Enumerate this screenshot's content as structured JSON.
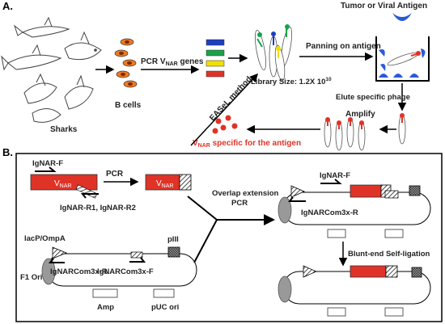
{
  "section_a": {
    "label": "A.",
    "sharks_label": "Sharks",
    "b_cells_label": "B cells",
    "pcr_text": "PCR V",
    "pcr_sub": "NAR",
    "pcr_tail": " genes",
    "library_text": "Library  Size: 1.2X 10",
    "library_sup": "10",
    "panning_label": "Panning on antigen",
    "antigen_label": "Tumor or Viral Antigen",
    "elute_label": "Elute specific phage",
    "amplify_label": "Amplify",
    "easel_label": "EASeL method",
    "vnar_v": "V",
    "vnar_sub": "NAR",
    "vnar_tail": " specific for the antigen",
    "colors": {
      "red": "#e03327",
      "green": "#1aa24a",
      "blue": "#1f3fbf",
      "yellow": "#f0e000",
      "orange": "#f07a20"
    }
  },
  "section_b": {
    "label": "B.",
    "ignar_f_top": "IgNAR-F",
    "vnar_v": "V",
    "vnar_sub": "NAR",
    "pcr_label": "PCR",
    "r1r2_label": "IgNAR-R1, IgNAR-R2",
    "overlap_label_1": "Overlap extension",
    "overlap_label_2": "PCR",
    "ignar_f_right": "IgNAR-F",
    "com3xr_right": "IgNARCom3x-R",
    "blunt_label": "Blunt-end Self-ligation",
    "lacp_label": "lacP/OmpA",
    "com3xr_left": "IgNARCom3x-R",
    "com3xf_left": "IgNARCom3x-F",
    "piii_label": "pIII",
    "f1_label": "F1 Ori",
    "amp_label": "Amp",
    "puc_label": "pUC ori"
  }
}
